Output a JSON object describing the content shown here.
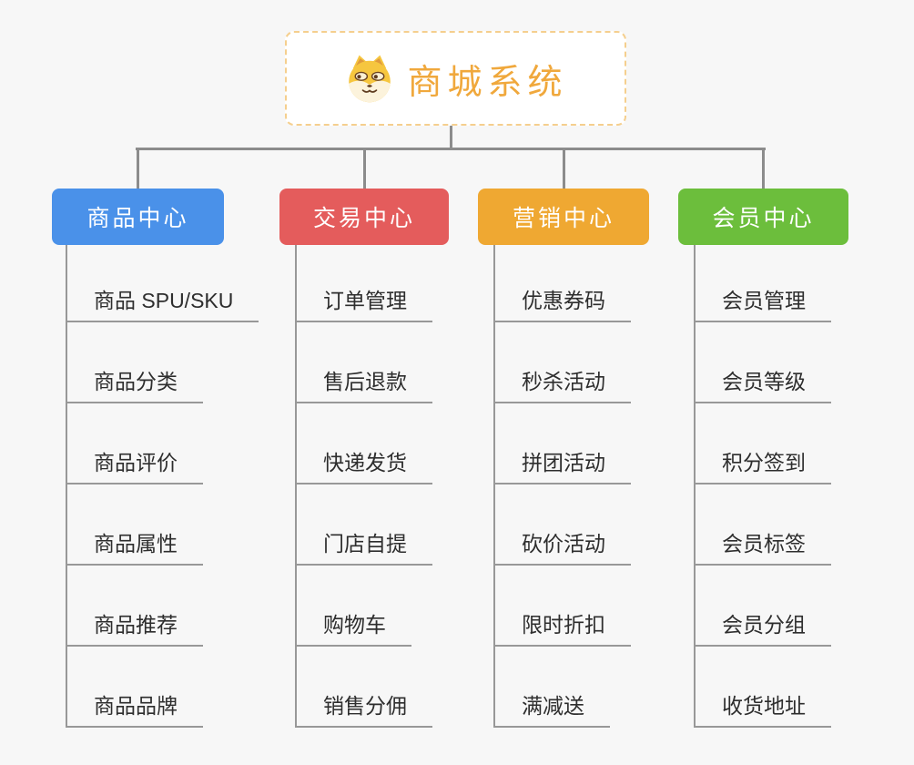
{
  "root": {
    "title": "商城系统",
    "icon": "dog-face-icon",
    "title_color": "#F0A83C",
    "border_color": "#F5CF8E"
  },
  "connector_color": "#8C8C8C",
  "underline_color": "#989898",
  "background_color": "#F7F7F7",
  "branches": [
    {
      "label": "商品中心",
      "color": "#4A91E9",
      "children": [
        "商品 SPU/SKU",
        "商品分类",
        "商品评价",
        "商品属性",
        "商品推荐",
        "商品品牌"
      ]
    },
    {
      "label": "交易中心",
      "color": "#E45C5C",
      "children": [
        "订单管理",
        "售后退款",
        "快递发货",
        "门店自提",
        "购物车",
        "销售分佣"
      ]
    },
    {
      "label": "营销中心",
      "color": "#EFA832",
      "children": [
        "优惠券码",
        "秒杀活动",
        "拼团活动",
        "砍价活动",
        "限时折扣",
        "满减送"
      ]
    },
    {
      "label": "会员中心",
      "color": "#6CBE3C",
      "children": [
        "会员管理",
        "会员等级",
        "积分签到",
        "会员标签",
        "会员分组",
        "收货地址"
      ]
    }
  ]
}
